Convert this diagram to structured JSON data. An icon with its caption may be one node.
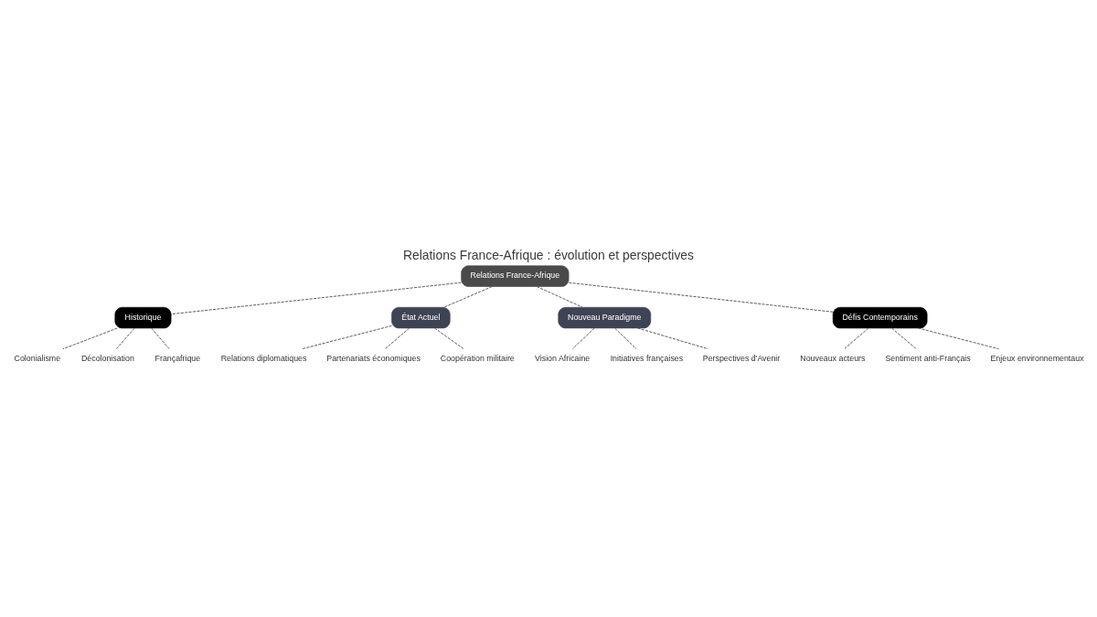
{
  "diagram": {
    "title": "Relations France-Afrique : évolution et perspectives",
    "nodes": [
      {
        "text": [
          "Relations France-Afrique"
        ]
      },
      {
        "text": [
          "Historique"
        ]
      },
      {
        "text": [
          "Colonialisme"
        ]
      },
      {
        "text": [
          "Décolonisation"
        ]
      },
      {
        "text": [
          "Françafrique"
        ]
      },
      {
        "text": [
          "État Actuel"
        ]
      },
      {
        "text": [
          "Relations diplomatiques"
        ]
      },
      {
        "text": [
          "Partenariats économiques"
        ]
      },
      {
        "text": [
          "Coopération militaire"
        ]
      },
      {
        "text": [
          "Nouveau Paradigme"
        ]
      },
      {
        "text": [
          "Vision Africaine"
        ]
      },
      {
        "text": [
          "Initiatives françaises"
        ]
      },
      {
        "text": [
          "Perspectives d'Avenir"
        ]
      },
      {
        "text": [
          "Défis Contemporains"
        ]
      },
      {
        "text": [
          "Nouveaux acteurs"
        ]
      },
      {
        "text": [
          "Sentiment anti-Français"
        ]
      },
      {
        "text": [
          "Enjeux environnementaux"
        ]
      }
    ],
    "edges": [
      {
        "from": 0,
        "to": 1,
        "arrow": "none",
        "style": "dashed"
      },
      {
        "from": 0,
        "to": 5,
        "arrow": "none",
        "style": "dashed"
      },
      {
        "from": 0,
        "to": 9,
        "arrow": "none",
        "style": "dashed"
      },
      {
        "from": 0,
        "to": 13,
        "arrow": "none",
        "style": "dashed"
      },
      {
        "from": 1,
        "to": 2,
        "arrow": "none",
        "style": "dashed"
      },
      {
        "from": 1,
        "to": 3,
        "arrow": "none",
        "style": "dashed"
      },
      {
        "from": 1,
        "to": 4,
        "arrow": "none",
        "style": "dashed"
      },
      {
        "from": 5,
        "to": 6,
        "arrow": "none",
        "style": "dashed"
      },
      {
        "from": 5,
        "to": 7,
        "arrow": "none",
        "style": "dashed"
      },
      {
        "from": 5,
        "to": 8,
        "arrow": "none",
        "style": "dashed"
      },
      {
        "from": 9,
        "to": 10,
        "arrow": "none",
        "style": "dashed"
      },
      {
        "from": 9,
        "to": 11,
        "arrow": "none",
        "style": "dashed"
      },
      {
        "from": 9,
        "to": 12,
        "arrow": "none",
        "style": "dashed"
      },
      {
        "from": 13,
        "to": 14,
        "arrow": "none",
        "style": "dashed"
      },
      {
        "from": 13,
        "to": 15,
        "arrow": "none",
        "style": "dashed"
      },
      {
        "from": 13,
        "to": 16,
        "arrow": "none",
        "style": "dashed"
      }
    ]
  }
}
